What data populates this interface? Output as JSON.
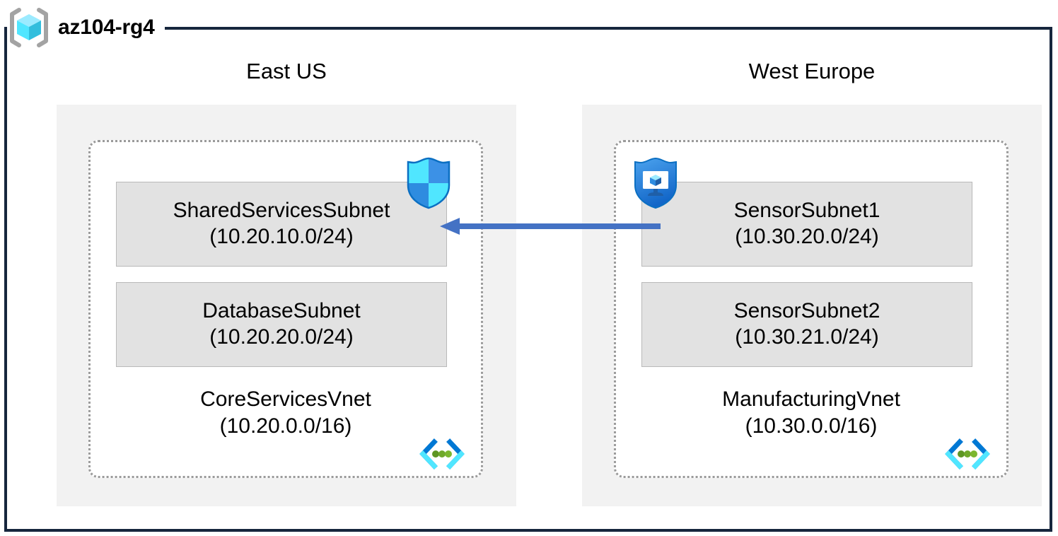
{
  "resource_group": {
    "name": "az104-rg4",
    "icon": "resource-group-cube-icon"
  },
  "colors": {
    "frame_border": "#16263D",
    "region_fill": "#F2F2F2",
    "vnet_border": "#9A9A9A",
    "subnet_fill": "#E2E2E2",
    "subnet_border": "#B9B9B9",
    "arrow": "#4472C4",
    "azure_cyan": "#50E6FF",
    "azure_blue": "#0078D4",
    "vnet_icon_green": "#5E9624"
  },
  "regions": [
    {
      "id": "east-us",
      "label": "East US",
      "vnet": {
        "name": "CoreServicesVnet",
        "cidr": "(10.20.0.0/16)",
        "icon": "virtual-network-icon",
        "subnets": [
          {
            "name": "SharedServicesSubnet",
            "cidr": "(10.20.10.0/24)",
            "badge": "network-security-shield-icon"
          },
          {
            "name": "DatabaseSubnet",
            "cidr": "(10.20.20.0/24)",
            "badge": null
          }
        ]
      }
    },
    {
      "id": "west-europe",
      "label": "West Europe",
      "vnet": {
        "name": "ManufacturingVnet",
        "cidr": "(10.30.0.0/16)",
        "icon": "virtual-network-icon",
        "subnets": [
          {
            "name": "SensorSubnet1",
            "cidr": "(10.30.20.0/24)",
            "badge": "defender-monitor-shield-icon"
          },
          {
            "name": "SensorSubnet2",
            "cidr": "(10.30.21.0/24)",
            "badge": null
          }
        ]
      }
    }
  ],
  "connections": [
    {
      "id": "vnet-peering-arrow",
      "from": "SensorSubnet1",
      "to": "SharedServicesSubnet",
      "direction": "left",
      "style": "solid-single-arrow"
    }
  ]
}
